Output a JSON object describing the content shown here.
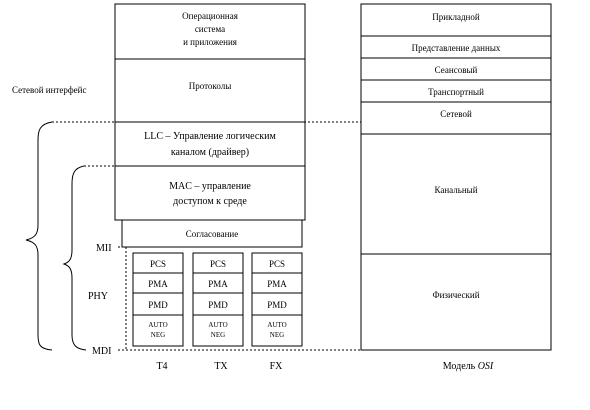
{
  "left_stack": {
    "os": [
      "Операционная",
      "система",
      "и приложения"
    ],
    "protocols": "Протоколы",
    "llc": [
      "LLC – Управление логическим",
      "каналом (драйвер)"
    ],
    "mac": [
      "MAC – управление",
      "доступом к среде"
    ],
    "reconciliation": "Согласование"
  },
  "phy_columns": [
    {
      "pcs": "PCS",
      "pma": "PMA",
      "pmd": "PMD",
      "auto": [
        "AUTO",
        "NEG"
      ],
      "label": "T4"
    },
    {
      "pcs": "PCS",
      "pma": "PMA",
      "pmd": "PMD",
      "auto": [
        "AUTO",
        "NEG"
      ],
      "label": "TX"
    },
    {
      "pcs": "PCS",
      "pma": "PMA",
      "pmd": "PMD",
      "auto": [
        "AUTO",
        "NEG"
      ],
      "label": "FX"
    }
  ],
  "side_labels": {
    "network_interface": "Сетевой интерфейс",
    "mii": "MII",
    "phy": "PHY",
    "mdi": "MDI"
  },
  "osi": {
    "layers": [
      "Прикладной",
      "Представление данных",
      "Сеансовый",
      "Транспортный",
      "Сетевой",
      "Канальный",
      "Физический"
    ],
    "caption": "Модель",
    "caption_italic": "OSI"
  }
}
